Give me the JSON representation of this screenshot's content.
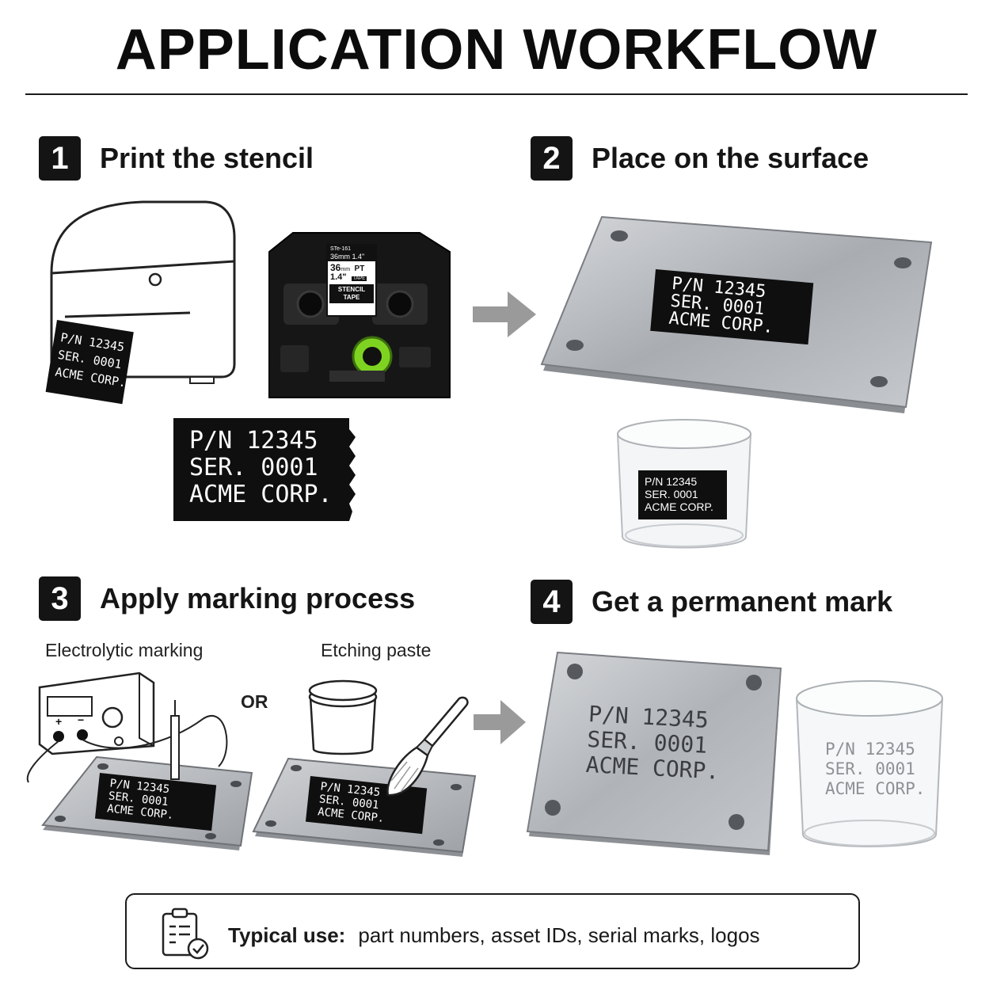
{
  "title": "APPLICATION WORKFLOW",
  "steps": [
    {
      "number": "1",
      "label": "Print the stencil"
    },
    {
      "number": "2",
      "label": "Place on the surface"
    },
    {
      "number": "3",
      "label": "Apply marking process"
    },
    {
      "number": "4",
      "label": "Get a permanent mark"
    }
  ],
  "stencil_text": [
    "P/N 12345",
    "SER. 0001",
    "ACME CORP."
  ],
  "tape_cassette": {
    "code": "STe-161",
    "width_top": "36mm",
    "width_top_in": "1.4\"",
    "width_mm": "36",
    "width_mm_unit": "mm",
    "width_in": "1.4\"",
    "brand": "PT",
    "tape_word": "TAPE",
    "name_line1": "STENCIL",
    "name_line2": "TAPE"
  },
  "process_options": {
    "left": "Electrolytic marking",
    "separator": "OR",
    "right": "Etching paste"
  },
  "typical_use": {
    "label": "Typical use:",
    "text": "part numbers, asset IDs, serial marks, logos"
  },
  "icons": [
    "printer-icon",
    "arrow-right-icon",
    "clipboard-check-icon",
    "paintbrush-icon"
  ],
  "colors": {
    "ink": "#111111",
    "steel": "#b9bcc0",
    "arrow": "#9a9a9a",
    "accent_green": "#7ed321"
  }
}
